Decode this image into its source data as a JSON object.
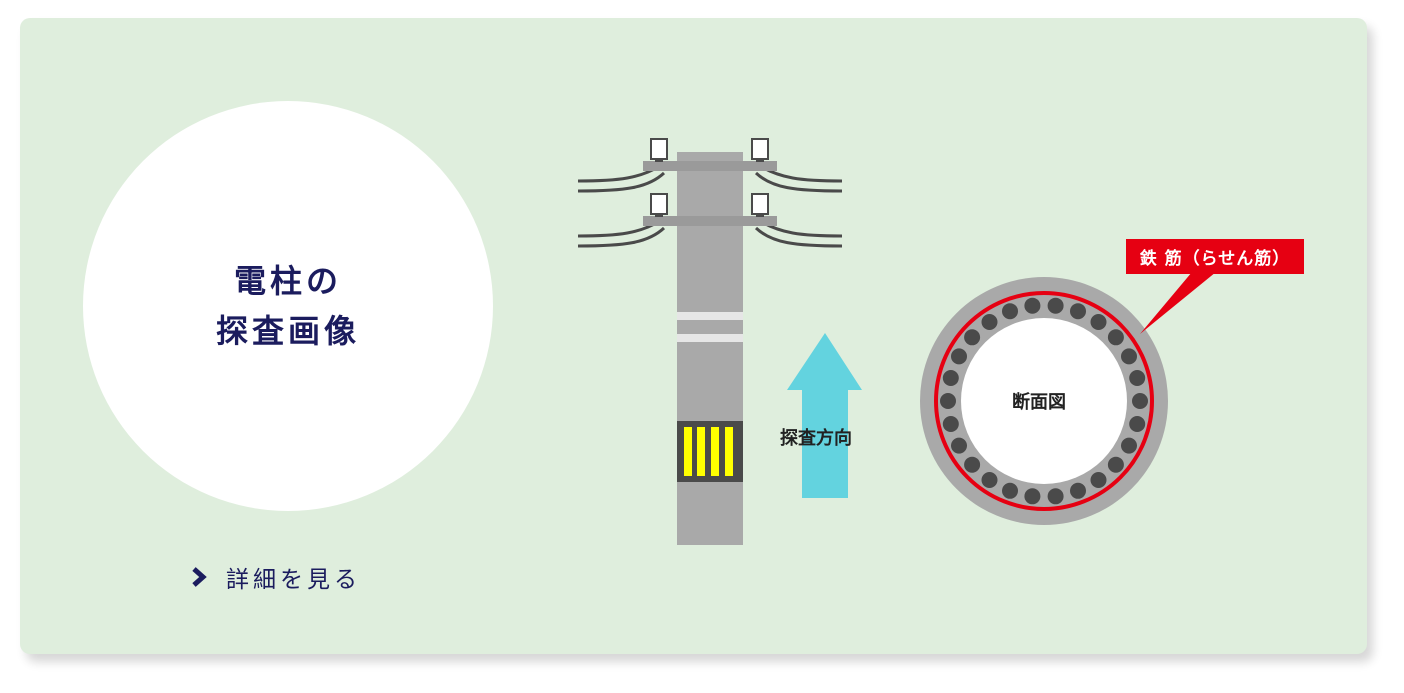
{
  "heading": {
    "line1": "電柱の",
    "line2": "探査画像"
  },
  "link": {
    "label": "詳細を見る",
    "icon": "chevron-right-icon"
  },
  "pole": {
    "direction_label": "探査方向"
  },
  "cross_section": {
    "center_label": "断面図",
    "rebar_label": "鉄 筋（らせん筋）"
  },
  "colors": {
    "background": "#dfeedd",
    "navy": "#1b1c5e",
    "pole_gray": "#a9a9a9",
    "arrow_cyan": "#63d3df",
    "rebar_red": "#e60012",
    "marker_yellow": "#ffff00"
  }
}
